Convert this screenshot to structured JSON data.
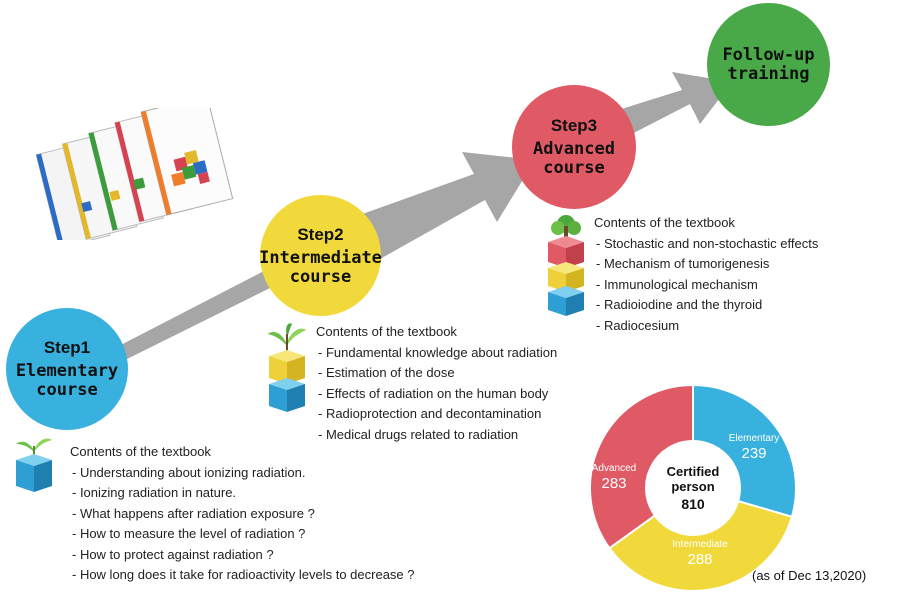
{
  "steps": [
    {
      "step": "Step1",
      "course": "Elementary\ncourse",
      "color": "#39b1df"
    },
    {
      "step": "Step2",
      "course": "Intermediate\ncourse",
      "color": "#f1d93c"
    },
    {
      "step": "Step3",
      "course": "Advanced\ncourse",
      "color": "#e05a66"
    }
  ],
  "followup": {
    "course": "Follow-up\ntraining",
    "color": "#49a948"
  },
  "contents": [
    {
      "heading": "Contents of the textbook",
      "items": [
        "- Understanding about ionizing radiation.",
        "- Ionizing radiation in nature.",
        "- What happens after radiation exposure ?",
        "- How to measure the level of radiation ?",
        "- How to protect against radiation ?",
        "- How long does it take for radioactivity levels to decrease ?"
      ]
    },
    {
      "heading": "Contents of the textbook",
      "items": [
        "- Fundamental knowledge about radiation",
        "- Estimation of the dose",
        "- Effects of radiation on the human body",
        "- Radioprotection and decontamination",
        "- Medical drugs related to radiation"
      ]
    },
    {
      "heading": "Contents of the textbook",
      "items": [
        "- Stochastic and non-stochastic effects",
        "- Mechanism of tumorigenesis",
        "- Immunological mechanism",
        "- Radioiodine and the thyroid",
        "- Radiocesium"
      ]
    }
  ],
  "certified": {
    "center_label": "Certified\nperson",
    "total": "810",
    "segments": [
      {
        "name": "Elementary",
        "value": 239,
        "color": "#39b1df"
      },
      {
        "name": "Intermediate",
        "value": 288,
        "color": "#f1d93c"
      },
      {
        "name": "Advanced",
        "value": 283,
        "color": "#e05a66"
      }
    ],
    "as_of": "(as of Dec 13,2020)"
  },
  "colors": {
    "arrow": "#a6a6a6",
    "leaf": "#6cc04a"
  },
  "icons": [
    "textbook-stack-icon",
    "sprout-cube-icon"
  ]
}
